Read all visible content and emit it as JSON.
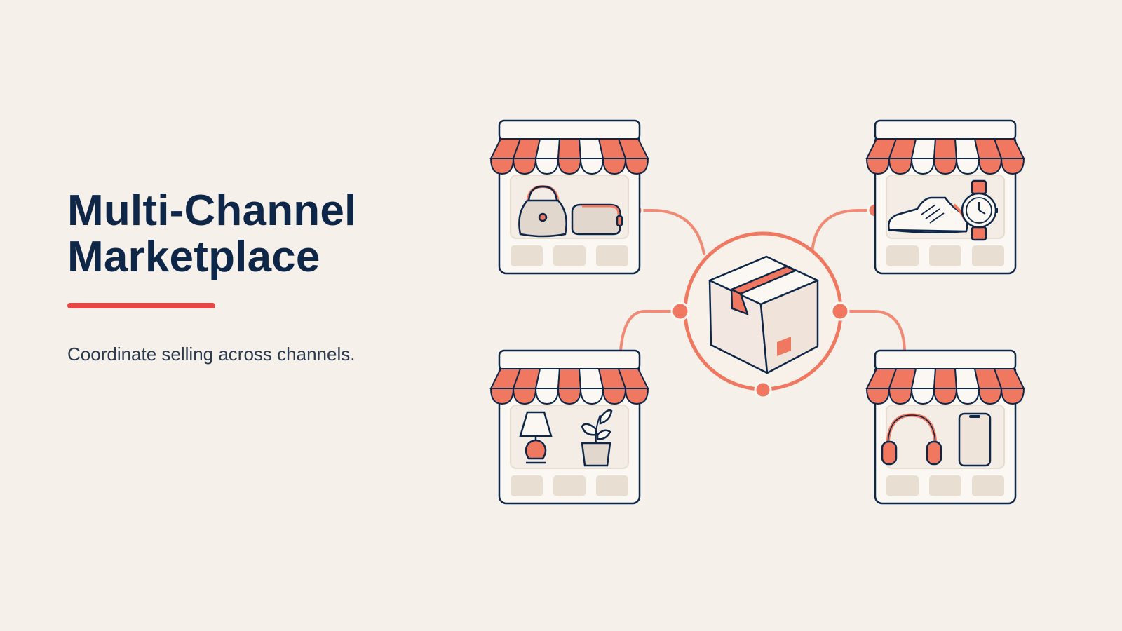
{
  "slide": {
    "title_line1": "Multi-Channel",
    "title_line2": "Marketplace",
    "subtitle": "Coordinate selling across channels."
  },
  "colors": {
    "background": "#F5F1EA",
    "navy": "#0E2647",
    "accent_red": "#E84545",
    "coral": "#F07860",
    "panel": "#FBF8F3",
    "tan": "#E9DED2"
  },
  "illustration": {
    "center": "shipping-box-icon",
    "stores": [
      {
        "products": [
          "handbag-icon",
          "pouch-icon"
        ]
      },
      {
        "products": [
          "sneaker-icon",
          "watch-icon"
        ]
      },
      {
        "products": [
          "lamp-icon",
          "plant-icon"
        ]
      },
      {
        "products": [
          "headphones-icon",
          "phone-icon"
        ]
      }
    ]
  }
}
